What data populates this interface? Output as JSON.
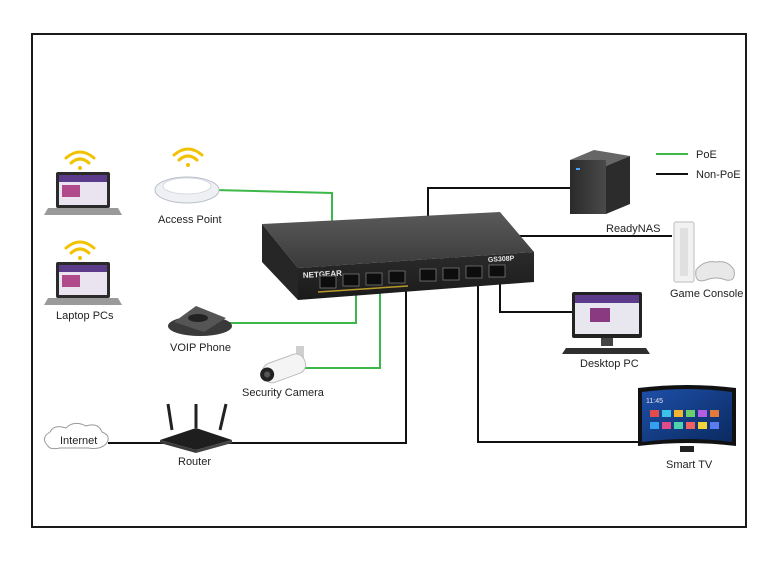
{
  "legend": {
    "poe": {
      "label": "PoE",
      "color": "#3cb84a"
    },
    "non_poe": {
      "label": "Non-PoE",
      "color": "#111111"
    }
  },
  "switch": {
    "brand": "NETGEAR",
    "model": "GS308P"
  },
  "devices": {
    "laptops": "Laptop PCs",
    "access_point": "Access Point",
    "voip_phone": "VOIP Phone",
    "security_camera": "Security Camera",
    "internet": "Internet",
    "router": "Router",
    "readynas": "ReadyNAS",
    "game_console": "Game Console",
    "desktop_pc": "Desktop PC",
    "smart_tv": "Smart TV",
    "smart_tv_clock": "11:45"
  },
  "icons": {
    "wifi": "wifi-icon",
    "cloud": "cloud-icon"
  }
}
